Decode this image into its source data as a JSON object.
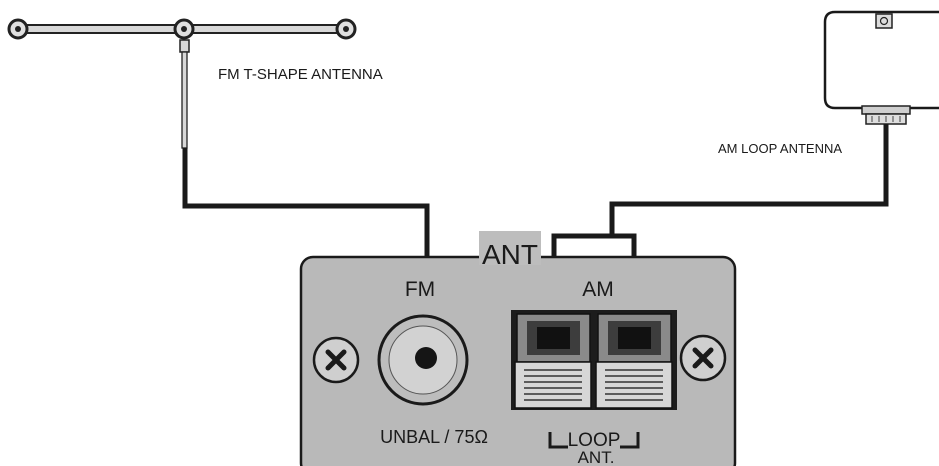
{
  "labels": {
    "fm_antenna": "FM T-SHAPE ANTENNA",
    "am_antenna": "AM LOOP ANTENNA",
    "ant": "ANT",
    "fm": "FM",
    "am": "AM",
    "unbal": "UNBAL / 75Ω",
    "loop": "LOOP",
    "ant_dot": "ANT."
  },
  "colors": {
    "panel": "#b9b9b9",
    "ant_box": "#bdbdbd",
    "wire": "#1a1a1a",
    "terminal_dark": "#222222"
  }
}
